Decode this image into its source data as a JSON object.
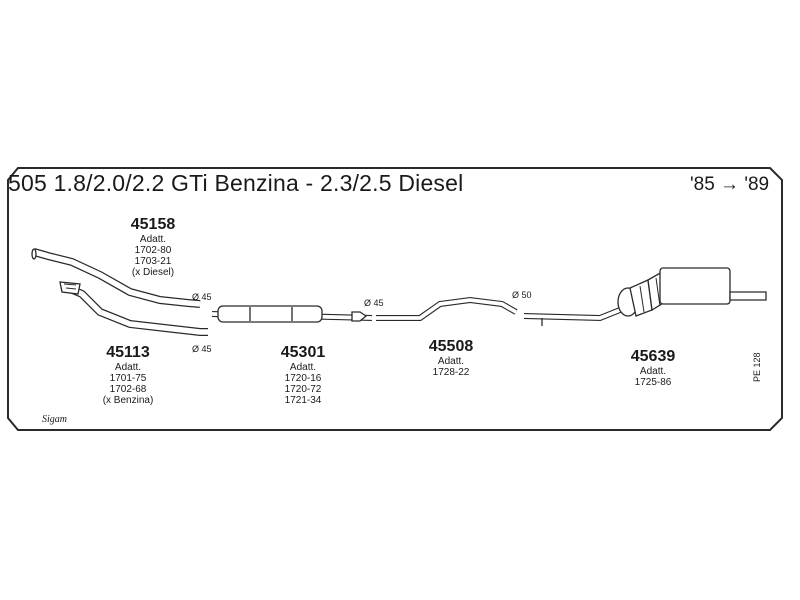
{
  "header": {
    "title": "505 1.8/2.0/2.2 GTi Benzina - 2.3/2.5 Diesel",
    "years": "'85 → '89"
  },
  "parts": [
    {
      "id": "p45158",
      "number": "45158",
      "lines": [
        "Adatt.",
        "1702-80",
        "1703-21",
        "(x Diesel)"
      ]
    },
    {
      "id": "p45113",
      "number": "45113",
      "lines": [
        "Adatt.",
        "1701-75",
        "1702-68",
        "(x Benzina)"
      ]
    },
    {
      "id": "p45301",
      "number": "45301",
      "lines": [
        "Adatt.",
        "1720-16",
        "1720-72",
        "1721-34"
      ]
    },
    {
      "id": "p45508",
      "number": "45508",
      "lines": [
        "Adatt.",
        "1728-22"
      ]
    },
    {
      "id": "p45639",
      "number": "45639",
      "lines": [
        "Adatt.",
        "1725-86"
      ]
    }
  ],
  "diameters": [
    "Ø 45",
    "Ø 45",
    "Ø 45",
    "Ø 50"
  ],
  "page_code": "PE 128",
  "logo_text": "Sigam",
  "colors": {
    "line": "#2a2a2a",
    "fill": "#ffffff"
  }
}
